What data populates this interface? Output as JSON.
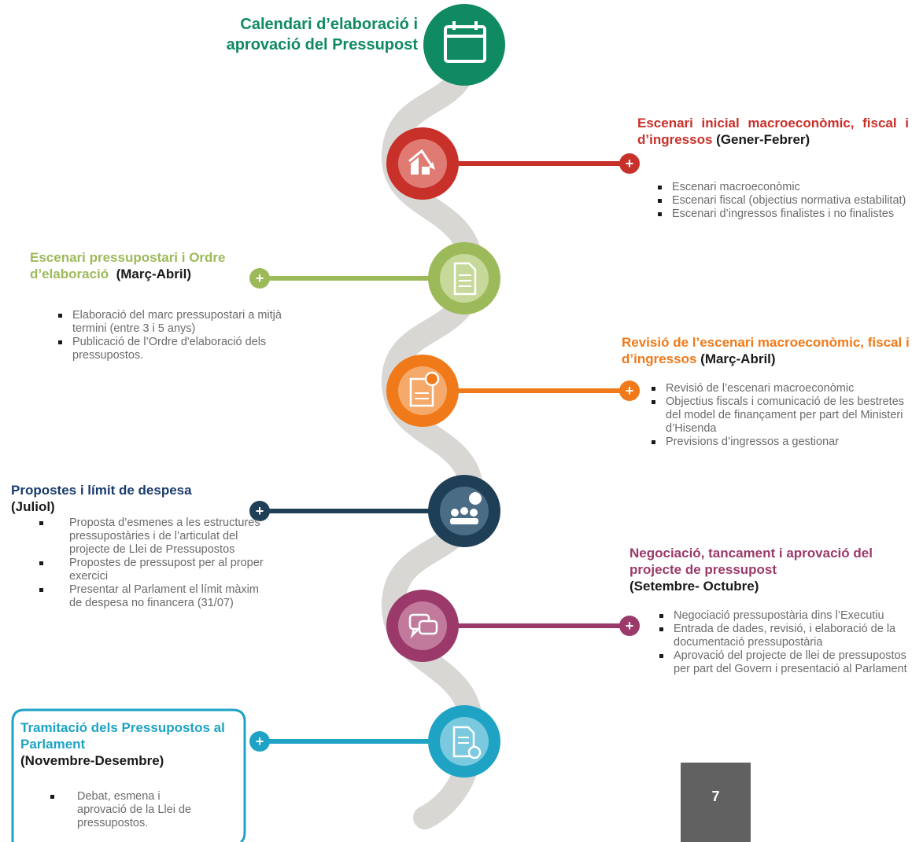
{
  "header": {
    "title_line1": "Calendari d’elaboració i",
    "title_line2": "aprovació del Pressupost"
  },
  "colors": {
    "green": "#0f8a62",
    "red": "#c8302a",
    "olive": "#9dba5b",
    "orange": "#f07a1a",
    "navy": "#1f3f57",
    "purple": "#9b3a6a",
    "teal": "#1ea3c4",
    "road": "#d9d7d4"
  },
  "stages": [
    {
      "title": "Escenari inicial macroeconòmic, fiscal i d’ingressos",
      "period": "(Gener-Febrer)",
      "bullets": [
        "Escenari macroeconòmic",
        "Escenari fiscal (objectius normativa estabilitat)",
        "Escenari d’ingressos finalistes i no finalistes"
      ],
      "icon": "chart-arrow-icon"
    },
    {
      "title": "Escenari pressupostari i Ordre d’elaboració",
      "period": "(Març-Abril)",
      "bullets": [
        "Elaboració del marc pressupostari a mitjà termini (entre 3 i 5 anys)",
        "Publicació de l’Ordre d'elaboració dels pressupostos."
      ],
      "icon": "document-icon"
    },
    {
      "title": "Revisió de l’escenari macroeconòmic, fiscal i d’ingressos",
      "period": "(Març-Abril)",
      "bullets": [
        "Revisió de l’escenari macroeconòmic",
        "Objectius fiscals i comunicació de les bestretes del model de finançament per part del Ministeri d’Hisenda",
        "Previsions d’ingressos a gestionar"
      ],
      "icon": "document-review-icon"
    },
    {
      "title": "Propostes i límit de despesa",
      "period": "(Juliol)",
      "bullets": [
        "Proposta d’esmenes a les estructures pressupostàries i de l’articulat del projecte de Llei de Pressupostos",
        "Propostes de pressupost per al proper exercici",
        "Presentar al Parlament el límit màxim de despesa no financera (31/07)"
      ],
      "icon": "people-euro-icon"
    },
    {
      "title": "Negociació, tancament i aprovació del projecte de pressupost",
      "period": "(Setembre- Octubre)",
      "bullets": [
        "Negociació  pressupostària dins l’Executiu",
        "Entrada de dades, revisió,  i elaboració de la documentació pressupostària",
        "Aprovació del projecte de llei de pressupostos per part del Govern i presentació al Parlament"
      ],
      "icon": "chat-bubbles-icon"
    },
    {
      "title": "Tramitació dels Pressupostos al Parlament",
      "period": "(Novembre-Desembre)",
      "bullets": [
        "Debat, esmena i aprovació de la Llei de pressupostos."
      ],
      "icon": "document-check-icon"
    }
  ],
  "plus_symbol": "+",
  "page_number": "7"
}
